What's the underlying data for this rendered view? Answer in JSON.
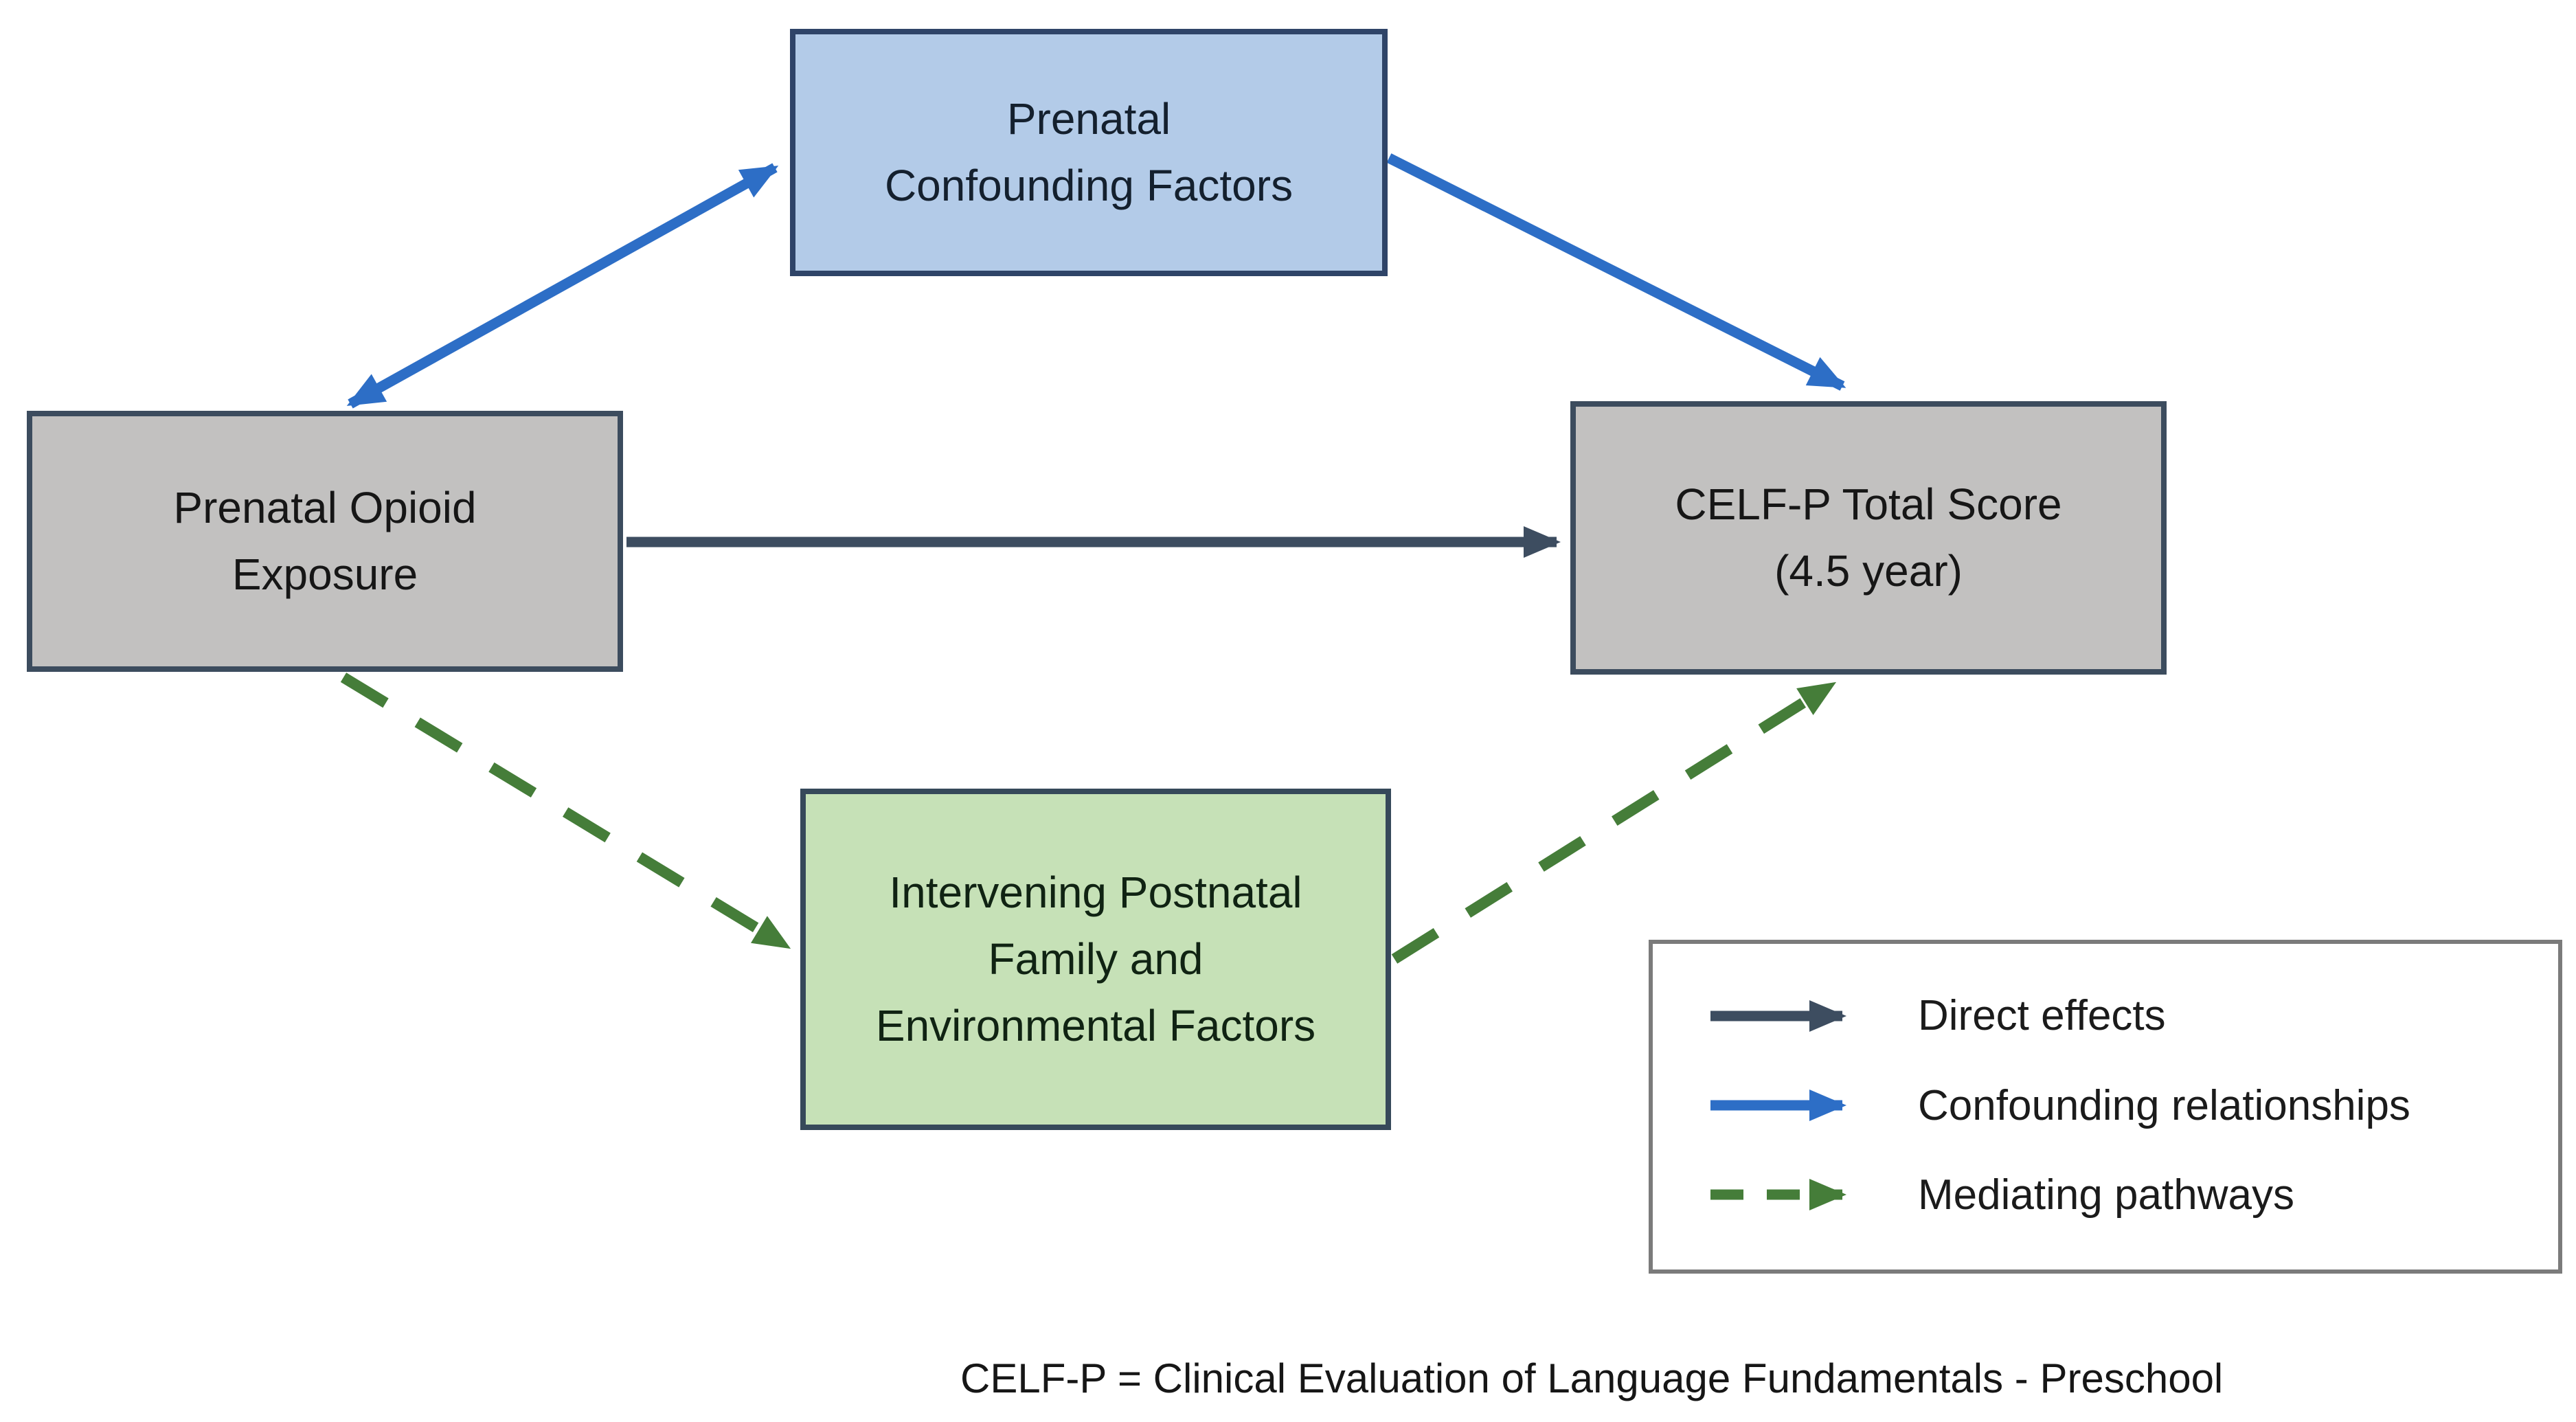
{
  "figure": {
    "type": "causal-path-diagram",
    "nodes": {
      "confounders": {
        "id": "prenatal-confounding-factors",
        "lines": [
          "Prenatal",
          "Confounding Factors"
        ]
      },
      "exposure": {
        "id": "prenatal-opioid-exposure",
        "lines": [
          "Prenatal Opioid",
          "Exposure"
        ]
      },
      "outcome": {
        "id": "celf-p-total-score",
        "lines": [
          "CELF-P Total Score",
          "(4.5 year)"
        ]
      },
      "mediator": {
        "id": "intervening-postnatal-family-environmental-factors",
        "lines": [
          "Intervening Postnatal",
          "Family and",
          "Environmental Factors"
        ]
      }
    },
    "edges": [
      {
        "from": "prenatal-opioid-exposure",
        "to": "prenatal-confounding-factors",
        "type": "confounding",
        "line": "solid",
        "bidirectional": true
      },
      {
        "from": "prenatal-confounding-factors",
        "to": "celf-p-total-score",
        "type": "confounding",
        "line": "solid",
        "bidirectional": false
      },
      {
        "from": "prenatal-opioid-exposure",
        "to": "celf-p-total-score",
        "type": "direct",
        "line": "solid",
        "bidirectional": false
      },
      {
        "from": "prenatal-opioid-exposure",
        "to": "intervening-postnatal-family-environmental-factors",
        "type": "mediating",
        "line": "dashed",
        "bidirectional": false
      },
      {
        "from": "intervening-postnatal-family-environmental-factors",
        "to": "celf-p-total-score",
        "type": "mediating",
        "line": "dashed",
        "bidirectional": false
      }
    ],
    "legend": {
      "items": [
        {
          "label": "Direct effects",
          "line": "solid",
          "color_key": "direct_arrow"
        },
        {
          "label": "Confounding relationships",
          "line": "solid",
          "color_key": "confounding_arrow"
        },
        {
          "label": "Mediating pathways",
          "line": "dashed",
          "color_key": "mediating_arrow"
        }
      ]
    },
    "footnote": {
      "text": "CELF-P = Clinical Evaluation of Language Fundamentals - Preschool"
    }
  },
  "colors": {
    "background": "#ffffff",
    "text": "#1b1b1b",
    "direct_arrow": "#3d4d60",
    "confounding_arrow": "#2d6ec6",
    "mediating_arrow": "#457d39",
    "confounder_box_fill": "#b3cbe8",
    "confounder_box_border": "#2f4468",
    "exposure_outcome_box_fill": "#c2c1c0",
    "exposure_outcome_box_border": "#3c4c5e",
    "mediator_box_fill": "#c6e1b7",
    "mediator_box_border": "#36495a",
    "legend_border": "#7b7b7b"
  }
}
